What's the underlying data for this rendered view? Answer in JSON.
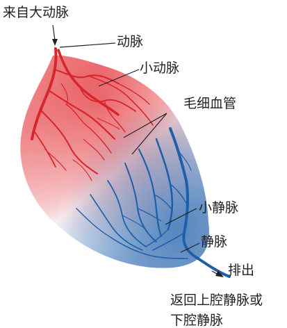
{
  "labels": {
    "source": "来自大动脉",
    "artery": "动脉",
    "arteriole": "小动脉",
    "capillary": "毛细血管",
    "venule": "小静脉",
    "vein": "静脉",
    "exit": "排出",
    "return_line1": "返回上腔静脉或",
    "return_line2": "下腔静脉"
  },
  "colors": {
    "arterial": "#d8262c",
    "arterial_light": "#f0a0a4",
    "venous": "#1e5fa8",
    "venous_light": "#9cc0e4",
    "line": "#231f20"
  }
}
